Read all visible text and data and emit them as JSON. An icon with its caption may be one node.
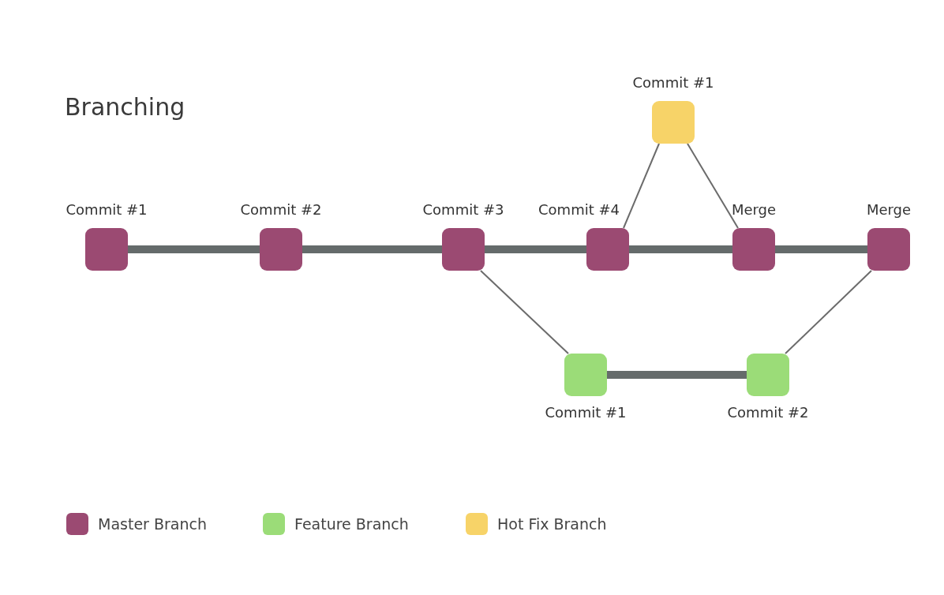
{
  "diagram": {
    "title": "Branching",
    "nodes": [
      {
        "text": [
          "Commit #1"
        ]
      },
      {
        "text": [
          "Commit #2"
        ]
      },
      {
        "text": [
          "Commit #3"
        ]
      },
      {
        "text": [
          "Commit #4"
        ]
      },
      {
        "text": [
          "Merge"
        ]
      },
      {
        "text": [
          "Merge"
        ]
      },
      {
        "text": [
          "Commit #1"
        ]
      },
      {
        "text": [
          "Commit #1"
        ]
      },
      {
        "text": [
          "Commit #2"
        ]
      }
    ],
    "edges": [
      {
        "from": 0,
        "to": 1,
        "arrow": "none"
      },
      {
        "from": 1,
        "to": 2,
        "arrow": "none"
      },
      {
        "from": 2,
        "to": 3,
        "arrow": "none"
      },
      {
        "from": 3,
        "to": 4,
        "arrow": "none"
      },
      {
        "from": 4,
        "to": 5,
        "arrow": "none"
      },
      {
        "from": 3,
        "to": 6,
        "arrow": "none"
      },
      {
        "from": 6,
        "to": 4,
        "arrow": "none"
      },
      {
        "from": 2,
        "to": 7,
        "arrow": "none"
      },
      {
        "from": 7,
        "to": 8,
        "arrow": "none"
      },
      {
        "from": 8,
        "to": 5,
        "arrow": "none"
      }
    ],
    "legend": [
      {
        "text": "Master Branch",
        "color": "#9b4a72"
      },
      {
        "text": "Feature Branch",
        "color": "#9bdc78"
      },
      {
        "text": "Hot Fix Branch",
        "color": "#f7d368"
      }
    ]
  }
}
